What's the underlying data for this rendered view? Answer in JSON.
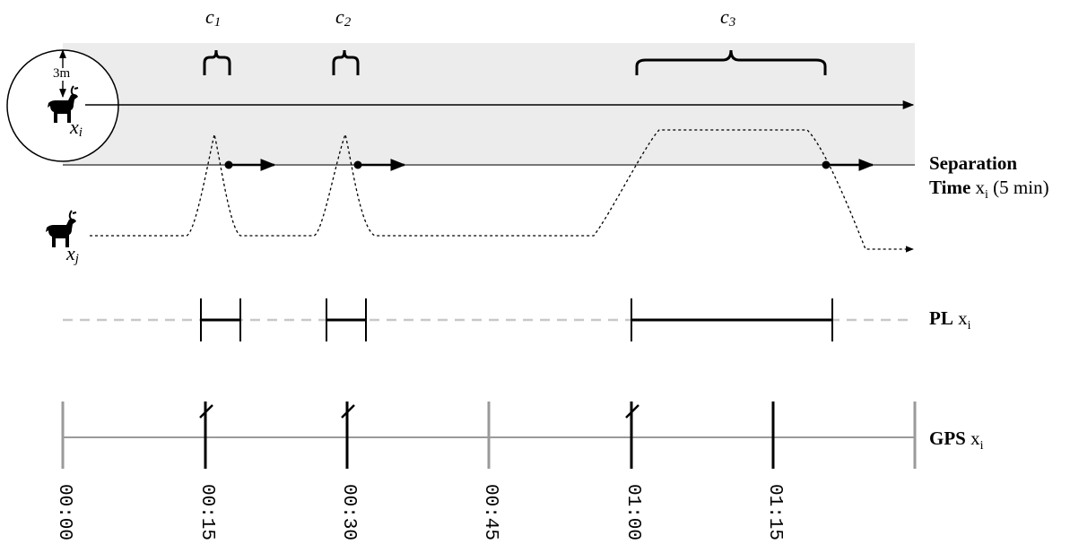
{
  "labels": {
    "clusters": [
      "c1",
      "c2",
      "c3"
    ],
    "individual_i": "x",
    "individual_i_sub": "i",
    "individual_j": "x",
    "individual_j_sub": "j",
    "radius": "3m",
    "separation_line1": "Separation",
    "separation_line2_bold": "Time",
    "separation_line2_rest": " x",
    "separation_line2_sub": "i",
    "separation_line2_tail": " (5 min)",
    "pl_bold": "PL",
    "pl_rest": " x",
    "pl_sub": "i",
    "gps_bold": "GPS",
    "gps_rest": " x",
    "gps_sub": "i"
  },
  "time_ticks": [
    "00:00",
    "00:15",
    "00:30",
    "00:45",
    "01:00",
    "01:15"
  ],
  "colors": {
    "band": "#ececec",
    "dashed_grey": "#c8c8c8",
    "gps_grey": "#9a9a9a",
    "ink": "#000000"
  }
}
